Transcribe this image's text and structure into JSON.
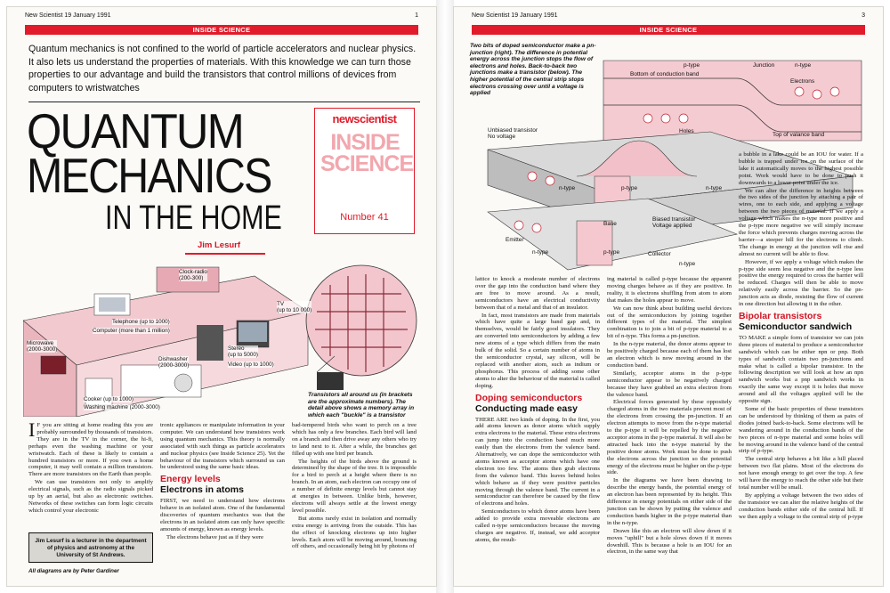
{
  "left_page": {
    "header_date": "New Scientist 19 January 1991",
    "page_number": "1",
    "section_band": "INSIDE SCIENCE",
    "intro": "Quantum mechanics is not confined to the world of particle accelerators and nuclear physics. It also lets us understand the properties of materials. With this knowledge we can turn those properties to our advantage and build the transistors that control millions of devices from computers to wristwatches",
    "title_line1": "QUANTUM",
    "title_line2": "MECHANICS",
    "title_line3": "IN THE HOME",
    "brand": "newscientist",
    "brand_inside": "INSIDE SCIENCE",
    "issue_number": "Number 41",
    "author": "Jim Lesurf",
    "illustration_labels": {
      "clock_radio": "Clock-radio\n(200-300)",
      "tv": "TV\n(up to 10 000)",
      "telephone": "Telephone (up to 1000)",
      "computer": "Computer (more than 1 million)",
      "microwave": "Microwave\n(2000-3000)",
      "stereo": "Stereo\n(up to 5000)",
      "video": "Video (up to 1000)",
      "dishwasher": "Dishwasher\n(2000-3000)",
      "cooker": "Cooker (up to 1000)",
      "washing_machine": "Washing machine (2000-3000)"
    },
    "illustration_caption": "Transistors all around us (in brackets are the approximate numbers). The detail above shows a memory array in which each \"buckle\" is a transistor",
    "col1": {
      "dropcap": "I",
      "p1": "F you are sitting at home reading this you are probably surrounded by thousands of transistors. They are in the TV in the corner, the hi-fi, perhaps even the washing machine or your wristwatch. Each of these is likely to contain a hundred transistors or more. If you own a home computer, it may well contain a million transistors. There are more transistors on the Earth than people.",
      "p2": "We can use transistors not only to amplify electrical signals, such as the radio signals picked up by an aerial, but also as electronic switches. Networks of these switches can form logic circuits which control your electronic"
    },
    "col2": {
      "p1": "tronic appliances or manipulate information in your computer. We can understand how transistors work using quantum mechanics. This theory is normally associated with such things as particle accelerators and nuclear physics (see Inside Science 25). Yet the behaviour of the transistors which surround us can be understood using the same basic ideas.",
      "subhead_red": "Energy levels",
      "subhead_black": "Electrons in atoms",
      "p2": "FIRST, we need to understand how electrons behave in an isolated atom. One of the fundamental discoveries of quantum mechanics was that the electrons in an isolated atom can only have specific amounts of energy, known as energy levels.",
      "p3": "The electrons behave just as if they were"
    },
    "col3": {
      "p1": "bad-tempered birds who want to perch on a tree which has only a few branches. Each bird will land on a branch and then drive away any others who try to land next to it. After a while, the branches get filled up with one bird per branch.",
      "p2": "The heights of the birds above the ground is determined by the shape of the tree. It is impossible for a bird to perch at a height where there is no branch. In an atom, each electron can occupy one of a number of definite energy levels but cannot stay at energies in between. Unlike birds, however, electrons will always settle at the lowest energy level possible.",
      "p3": "But atoms rarely exist in isolation and normally extra energy is arriving from the outside. This has the effect of knocking electrons up into higher levels. Each atom will be moving around, bouncing off others, and occasionally being hit by photons of"
    },
    "bio": "Jim Lesurf is a lecturer in the department of physics and astronomy at the University of St Andrews.",
    "credit": "All diagrams are by Peter Gardiner"
  },
  "right_page": {
    "header_date": "New Scientist 19 January 1991",
    "page_number": "3",
    "section_band": "INSIDE SCIENCE",
    "diagram_caption": "Two bits of doped semiconductor make a pn-junction (right). The difference in potential energy across the junction stops the flow of electrons and holes. Back-to-back two junctions make a transistor (below). The higher potential of the central strip stops electrons crossing over until a voltage is applied",
    "diagram_labels": {
      "p_type_top": "p-type",
      "bottom_conduction": "Bottom of conduction band",
      "junction": "Junction",
      "n_type_top": "n-type",
      "electrons": "Electrons",
      "holes": "Holes",
      "top_valance": "Top of valance band",
      "unbiased": "Unbiased transistor\nNo voltage",
      "n_type_a": "n-type",
      "p_type_a": "p-type",
      "n_type_b": "n-type",
      "base": "Base",
      "emitter": "Emitter",
      "biased": "Biased transistor\nVoltage applied",
      "n_type_c": "n-type",
      "p_type_c": "p-type",
      "collector": "Collector",
      "n_type_d": "n-type"
    },
    "col1": {
      "p1": "lattice to knock a moderate number of electrons over the gap into the conduction band where they are free to move around. As a result, semiconductors have an electrical conductivity between that of a metal and that of an insulator.",
      "p2": "In fact, most transistors are made from materials which have quite a large band gap and, in themselves, would be fairly good insulators. They are converted into semiconductors by adding a few new atoms of a type which differs from the main bulk of the solid. So a certain number of atoms in the semiconductor crystal, say silicon, will be replaced with another atom, such as indium or phosphorus. This process of adding some other atoms to alter the behaviour of the material is called doping.",
      "subhead_red": "Doping semiconductors",
      "subhead_black": "Conducting made easy",
      "p3": "THERE ARE two kinds of doping. In the first, you add atoms known as donor atoms which supply extra electrons to the material. These extra electrons can jump into the conduction band much more easily than the electrons from the valence band. Alternatively, we can dope the semiconductor with atoms known as acceptor atoms which have one electron too few. The atoms then grab electrons from the valence band. This leaves behind holes which behave as if they were positive particles moving through the valence band. The current in a semiconductor can therefore be caused by the flow of electrons and holes.",
      "p4": "Semiconductors to which donor atoms have been added to provide extra moveable electrons are called n-type semiconductors because the moving charges are negative. If, instead, we add acceptor atoms, the result-"
    },
    "col2": {
      "p1": "ing material is called p-type because the apparent moving charges behave as if they are positive. In reality, it is electrons shuffling from atom to atom that makes the holes appear to move.",
      "p2": "We can now think about building useful devices out of the semiconductors by joining together different types of the material. The simplest combination is to join a bit of p-type material to a bit of n-type. This forms a pn-junction.",
      "p3": "In the n-type material, the donor atoms appear to be positively charged because each of them has lost an electron which is now moving around in the conduction band.",
      "p4": "Similarly, acceptor atoms in the p-type semiconductor appear to be negatively charged because they have grabbed an extra electron from the valence band.",
      "p5": "Electrical forces generated by these oppositely charged atoms in the two materials prevent most of the electrons from crossing the pn-junction. If an electron attempts to move from the n-type material to the p-type it will be repelled by the negative acceptor atoms in the p-type material. It will also be attracted back into the n-type material by the positive donor atoms. Work must be done to push the electrons across the junction so the potential energy of the electrons must be higher on the p-type side.",
      "p6": "In the diagrams we have been drawing to describe the energy bands, the potential energy of an electron has been represented by its height. This difference in energy potentials on either side of the junction can be shown by putting the valence and conduction bands higher in the p-type material than in the n-type.",
      "p7": "Drawn like this an electron will slow down if it moves \"uphill\" but a hole slows down if it moves downhill. This is because a hole is an IOU for an electron, in the same way that"
    },
    "col3": {
      "p1": "a bubble in a lake could be an IOU for water. If a bubble is trapped under ice on the surface of the lake it automatically moves to the highest possible point. Work would have to be done to push it downwards to a lower point under the ice.",
      "p2": "We can alter the difference in heights between the two sides of the junction by attaching a pair of wires, one to each side, and applying a voltage between the two pieces of material. If we apply a voltage which makes the n-type more positive and the p-type more negative we will simply increase the force which prevents charges moving across the barrier—a steeper hill for the electrons to climb. The change in energy at the junction will rise and almost no current will be able to flow.",
      "p3": "However, if we apply a voltage which makes the p-type side seem less negative and the n-type less positive the energy required to cross the barrier will be reduced. Charges will then be able to move relatively easily across the barrier. So the pn-junction acts as diode, resisting the flow of current in one direction but allowing it in the other.",
      "subhead_red": "Bipolar transistors",
      "subhead_black": "Semiconductor sandwich",
      "p4": "TO MAKE a simple form of transistor we can join three pieces of material to produce a semiconductor sandwich which can be either npn or pnp. Both types of sandwich contain two pn-junctions and make what is called a bipolar transistor. In the following description we will look at how an npn sandwich works but a pnp sandwich works in exactly the same way except it is holes that move around and all the voltages applied will be the opposite sign.",
      "p5": "Some of the basic properties of these transistors can be understood by thinking of them as pairs of diodes joined back-to-back. Some electrons will be wandering around in the conduction bands of the two pieces of n-type material and some holes will be moving around in the valence band of the central strip of p-type.",
      "p6": "The central strip behaves a bit like a hill placed between two flat plains. Most of the electrons do not have enough energy to get over the top. A few will have the energy to reach the other side but their total number will be small.",
      "p7": "By applying a voltage between the two sides of the transistor we can alter the relative heights of the conduction bands either side of the central hill. If we then apply a voltage to the central strip of p-type"
    }
  }
}
